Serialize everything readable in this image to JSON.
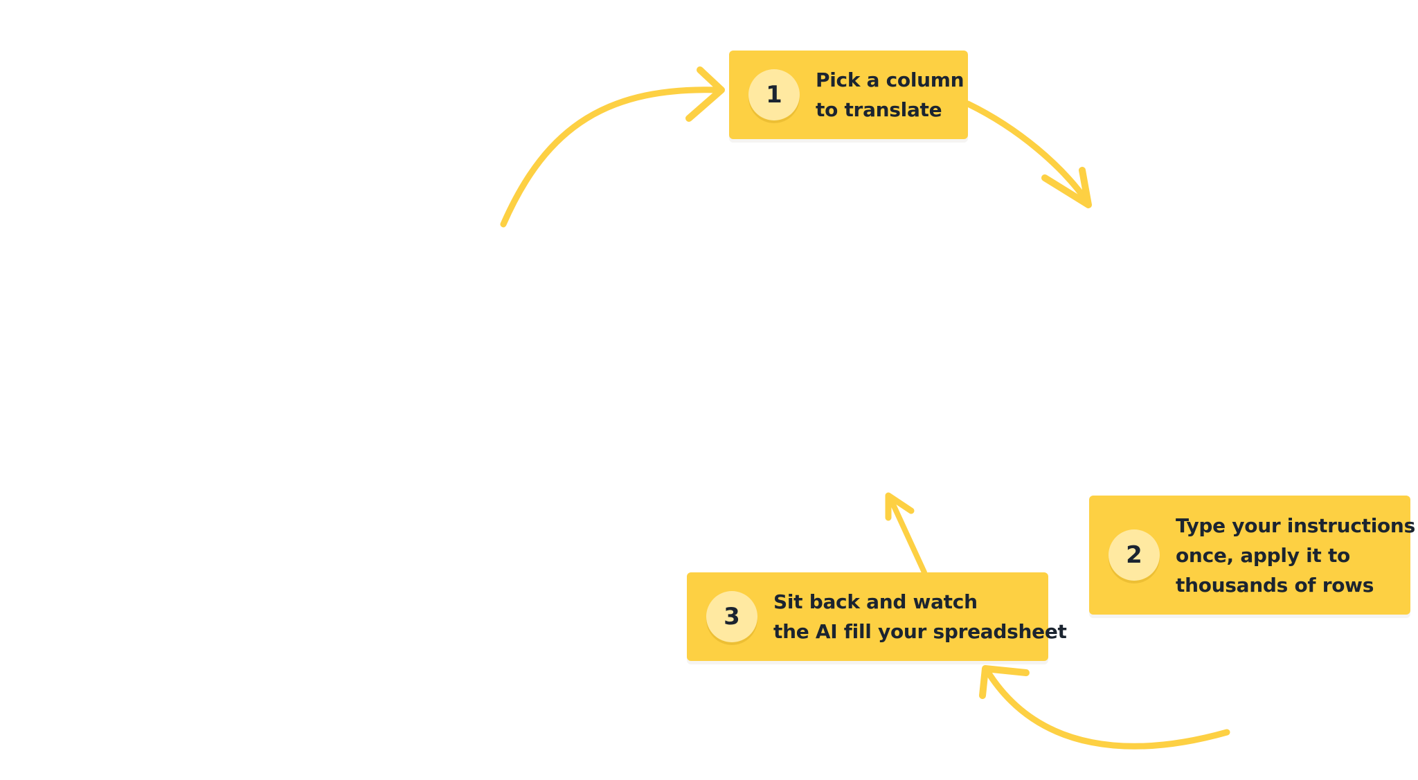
{
  "colors": {
    "card": "#fdd043",
    "badge": "#ffe9a1",
    "text": "#1b2430",
    "arrow": "#fdd043"
  },
  "steps": [
    {
      "number": "1",
      "lines": [
        "Pick a column",
        "to translate"
      ]
    },
    {
      "number": "2",
      "lines": [
        "Type your instructions",
        "once, apply it to",
        "thousands of rows"
      ]
    },
    {
      "number": "3",
      "lines": [
        "Sit back and watch",
        "the AI fill your spreadsheet"
      ]
    }
  ]
}
